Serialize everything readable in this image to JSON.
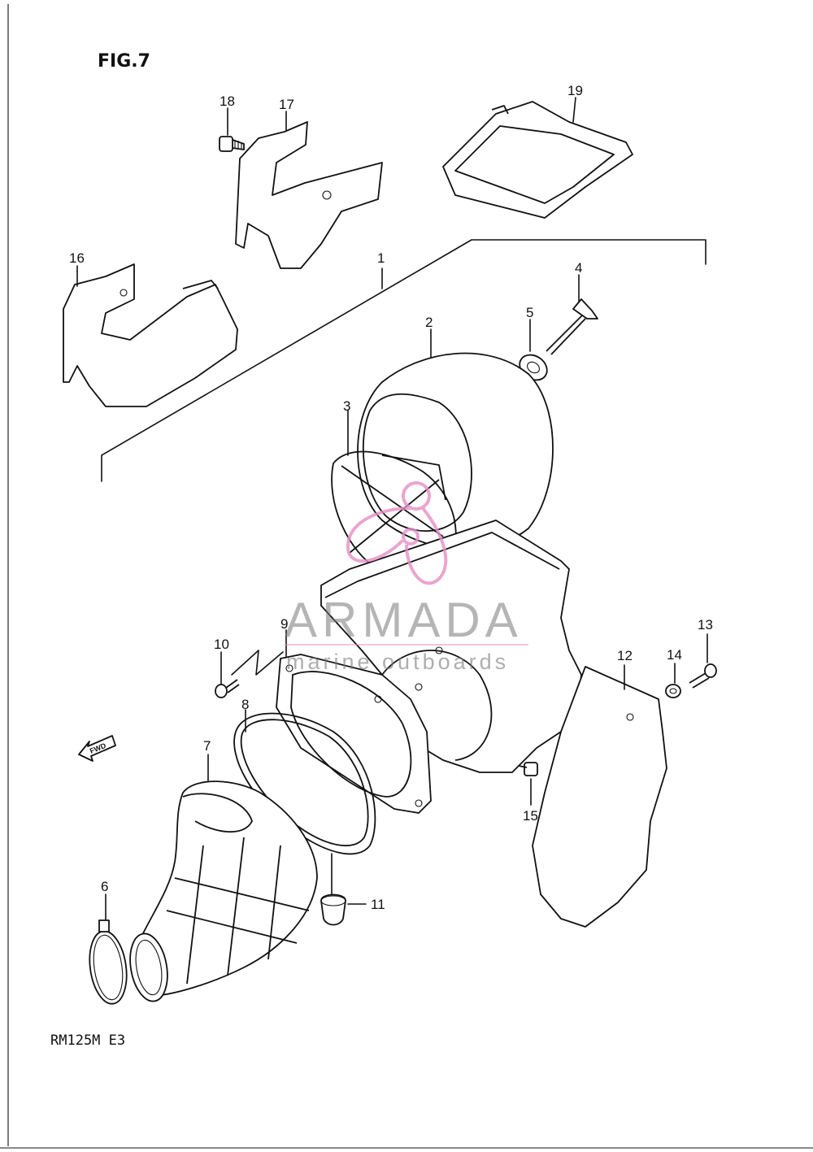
{
  "figure": {
    "title": "FIG.7",
    "model_code": "RM125M  E3",
    "fwd_label": "FWD"
  },
  "callouts": [
    "1",
    "2",
    "3",
    "4",
    "5",
    "6",
    "7",
    "8",
    "9",
    "10",
    "11",
    "12",
    "13",
    "14",
    "15",
    "16",
    "17",
    "18",
    "19"
  ],
  "watermark": {
    "brand": "ARMADA",
    "tagline": "marine outboards",
    "logo_color": "#e58fc4"
  },
  "colors": {
    "line": "#111111",
    "background": "#ffffff",
    "watermark_text": "#7a7a7a"
  }
}
